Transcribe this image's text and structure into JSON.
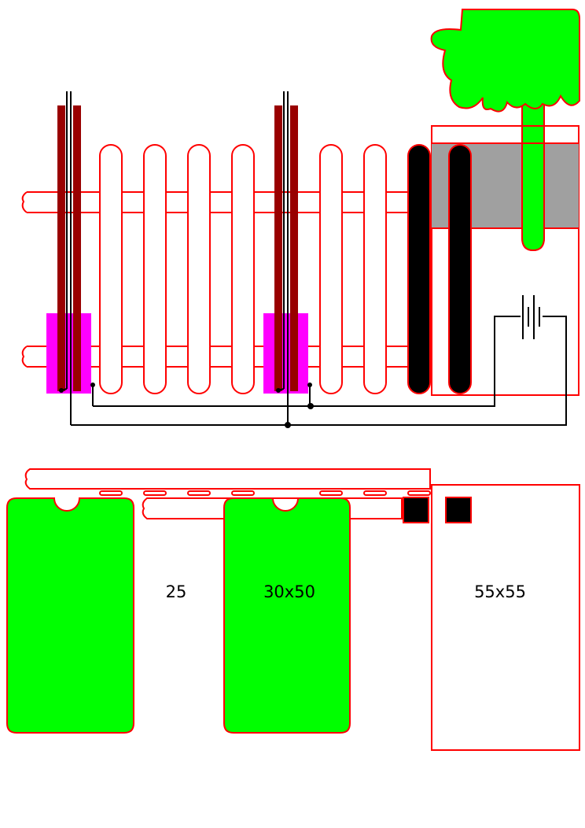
{
  "labels": {
    "size_small": "25",
    "size_medium": "30x50",
    "size_large": "55x55"
  },
  "colors": {
    "outline": "#ff0000",
    "green": "#00ff00",
    "magenta": "#ff00ff",
    "dark_red": "#990000",
    "gray": "#a0a0a0",
    "black": "#000000"
  }
}
